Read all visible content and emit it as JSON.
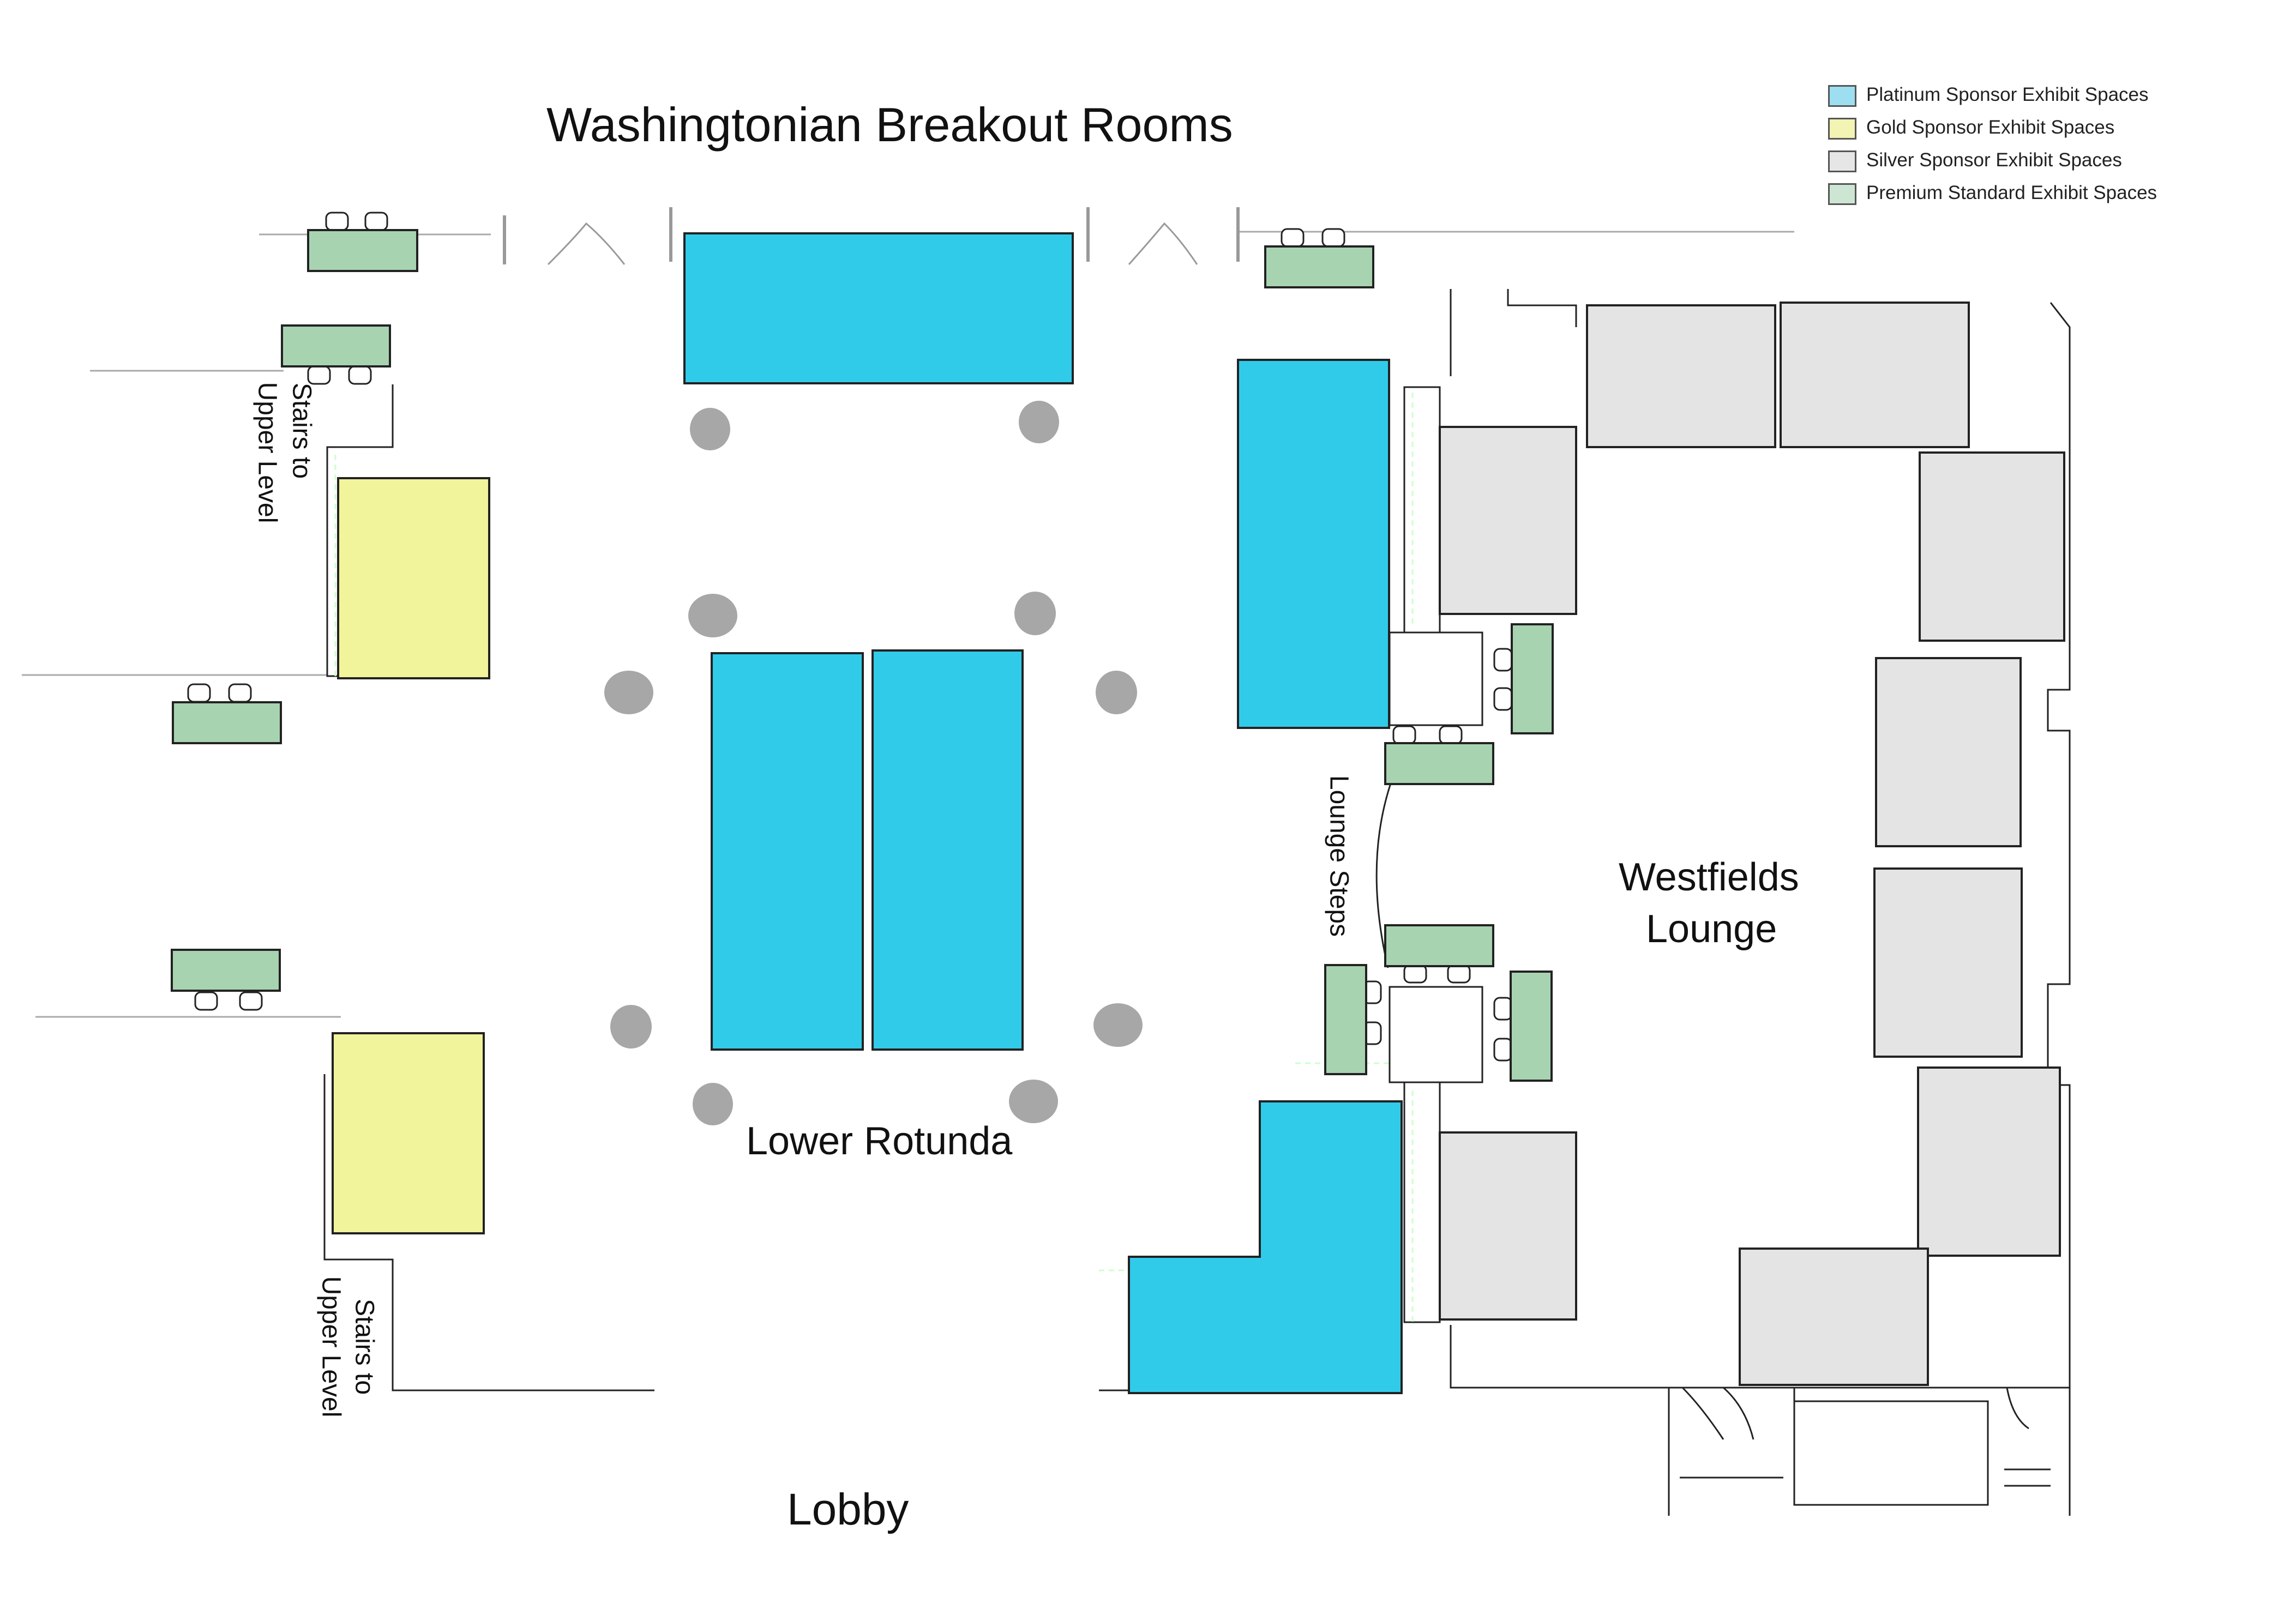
{
  "title": "Washingtonian Breakout Rooms",
  "labels": {
    "lower_rotunda": "Lower Rotunda",
    "lobby": "Lobby",
    "westfields_line1": "Westfields",
    "westfields_line2": "Lounge",
    "lounge_steps": "Lounge Steps",
    "stairs_top_line1": "Stairs to",
    "stairs_top_line2": "Upper Level",
    "stairs_bottom_line1": "Stairs to",
    "stairs_bottom_line2": "Upper Level"
  },
  "legend": [
    {
      "label": "Platinum Sponsor Exhibit Spaces",
      "color": "#9ddff0"
    },
    {
      "label": "Gold Sponsor Exhibit Spaces",
      "color": "#f3f3b3"
    },
    {
      "label": "Silver Sponsor Exhibit Spaces",
      "color": "#e6e6e6"
    },
    {
      "label": "Premium Standard Exhibit Spaces",
      "color": "#cde6d3"
    }
  ],
  "colors": {
    "platinum": "#31cbea",
    "gold": "#f2f49b",
    "silver": "#e4e4e4",
    "premium": "#a8d3b1",
    "column": "#a7a7a7",
    "wall": "#222222"
  }
}
